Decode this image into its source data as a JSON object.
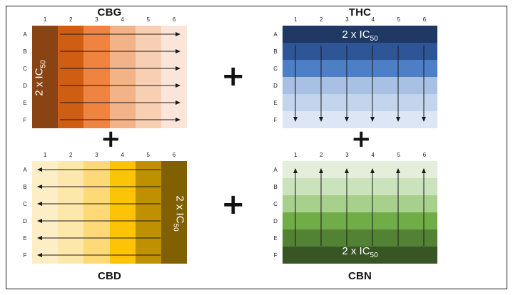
{
  "figure": {
    "border_color": "#1a1a1a",
    "background": "#ffffff",
    "operators": [
      {
        "name": "plus-top-center",
        "symbol": "+"
      },
      {
        "name": "plus-left-middle",
        "symbol": "+"
      },
      {
        "name": "plus-right-middle",
        "symbol": "+"
      },
      {
        "name": "plus-bottom-center",
        "symbol": "+"
      }
    ]
  },
  "common": {
    "column_labels": [
      "1",
      "2",
      "3",
      "4",
      "5",
      "6"
    ],
    "row_labels": [
      "A",
      "B",
      "C",
      "D",
      "E",
      "F"
    ],
    "ic50_prefix": "2 x IC",
    "ic50_sub": "50"
  },
  "panels": [
    {
      "id": "cbg",
      "title": "CBG",
      "title_position": "top",
      "gradient_axis": "horizontal",
      "gradient_direction": "left-to-right",
      "arrow_direction": "right",
      "arrow_count": 6,
      "ic50_label": "2 x IC50",
      "ic50_position": "left-column-vertical",
      "colors": [
        "#8a4413",
        "#cf5e12",
        "#ef8340",
        "#f3b388",
        "#f8cfb3",
        "#fbe5d8"
      ]
    },
    {
      "id": "thc",
      "title": "THC",
      "title_position": "top",
      "gradient_axis": "vertical",
      "gradient_direction": "top-to-bottom",
      "arrow_direction": "down",
      "arrow_count": 6,
      "ic50_label": "2 x IC50",
      "ic50_position": "top-row-horizontal",
      "colors": [
        "#1f3864",
        "#2e5596",
        "#4c7fc6",
        "#a7c0e3",
        "#c3d4ed",
        "#dce6f5"
      ]
    },
    {
      "id": "cbd",
      "title": "CBD",
      "title_position": "bottom",
      "gradient_axis": "horizontal",
      "gradient_direction": "right-to-left",
      "arrow_direction": "left",
      "arrow_count": 6,
      "ic50_label": "2 x IC50",
      "ic50_position": "right-column-vertical",
      "colors": [
        "#fdeec6",
        "#fde8ab",
        "#fdd978",
        "#fdc306",
        "#bf9000",
        "#806000"
      ]
    },
    {
      "id": "cbn",
      "title": "CBN",
      "title_position": "bottom",
      "gradient_axis": "vertical",
      "gradient_direction": "bottom-to-top",
      "arrow_direction": "up",
      "arrow_count": 6,
      "ic50_label": "2 x IC50",
      "ic50_position": "bottom-row-horizontal",
      "colors": [
        "#e3efdb",
        "#cbe3bd",
        "#a8d08d",
        "#70ad47",
        "#548235",
        "#375623"
      ]
    }
  ]
}
